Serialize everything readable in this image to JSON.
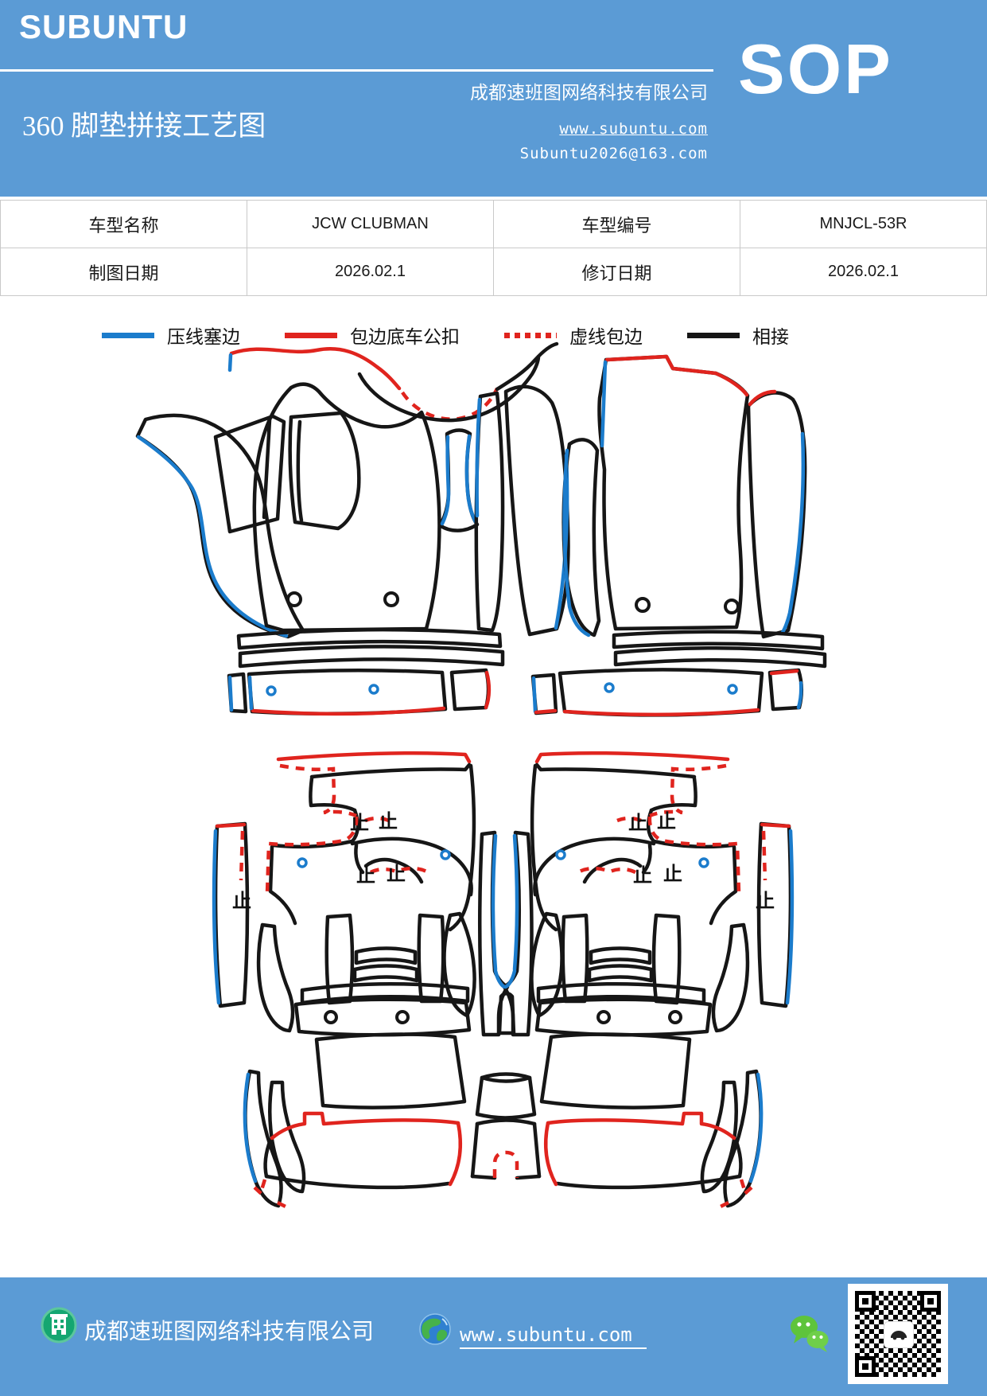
{
  "header": {
    "brand": "SUBUNTU",
    "title": "360 脚垫拼接工艺图",
    "company": "成都速班图网络科技有限公司",
    "sop_label": "SOP",
    "website": "www.subuntu.com",
    "email": "Subuntu2026@163.com",
    "banner_color": "#5b9bd5"
  },
  "info_table": {
    "rows": [
      {
        "cells": [
          "车型名称",
          "JCW CLUBMAN",
          "车型编号",
          "MNJCL-53R"
        ]
      },
      {
        "cells": [
          "制图日期",
          "2026.02.1",
          "修订日期",
          "2026.02.1"
        ]
      }
    ]
  },
  "legend": {
    "items": [
      {
        "label": "压线塞边",
        "color": "#1b7ccc",
        "style": "solid"
      },
      {
        "label": "包边底车公扣",
        "color": "#e0241e",
        "style": "solid"
      },
      {
        "label": "虚线包边",
        "color": "#e0241e",
        "style": "dashed"
      },
      {
        "label": "相接",
        "color": "#161616",
        "style": "solid"
      }
    ]
  },
  "diagram": {
    "stop_mark": "止",
    "line_colors": {
      "press_edge_blue": "#1b7ccc",
      "binding_red": "#e0241e",
      "joint_black": "#161616"
    }
  },
  "footer": {
    "company": "成都速班图网络科技有限公司",
    "website": "www.subuntu.com",
    "icons": [
      "building-icon",
      "globe-icon",
      "wechat-icon",
      "qr-code"
    ]
  }
}
